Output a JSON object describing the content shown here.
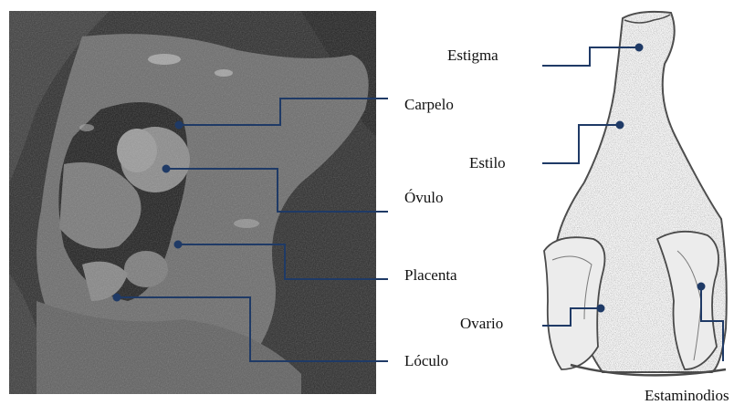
{
  "labels": {
    "sem": {
      "carpelo": "Carpelo",
      "ovulo": "Óvulo",
      "placenta": "Placenta",
      "loculo": "Lóculo"
    },
    "drawing": {
      "estigma": "Estigma",
      "estilo": "Estilo",
      "ovario": "Ovario",
      "estaminodios": "Estaminodios"
    }
  },
  "colors": {
    "leader_line": "#1f3a66",
    "sem_background": "#2b2b2b",
    "sem_tissue": "#6e6e6e",
    "drawing_ink": "#4a4a4a"
  }
}
